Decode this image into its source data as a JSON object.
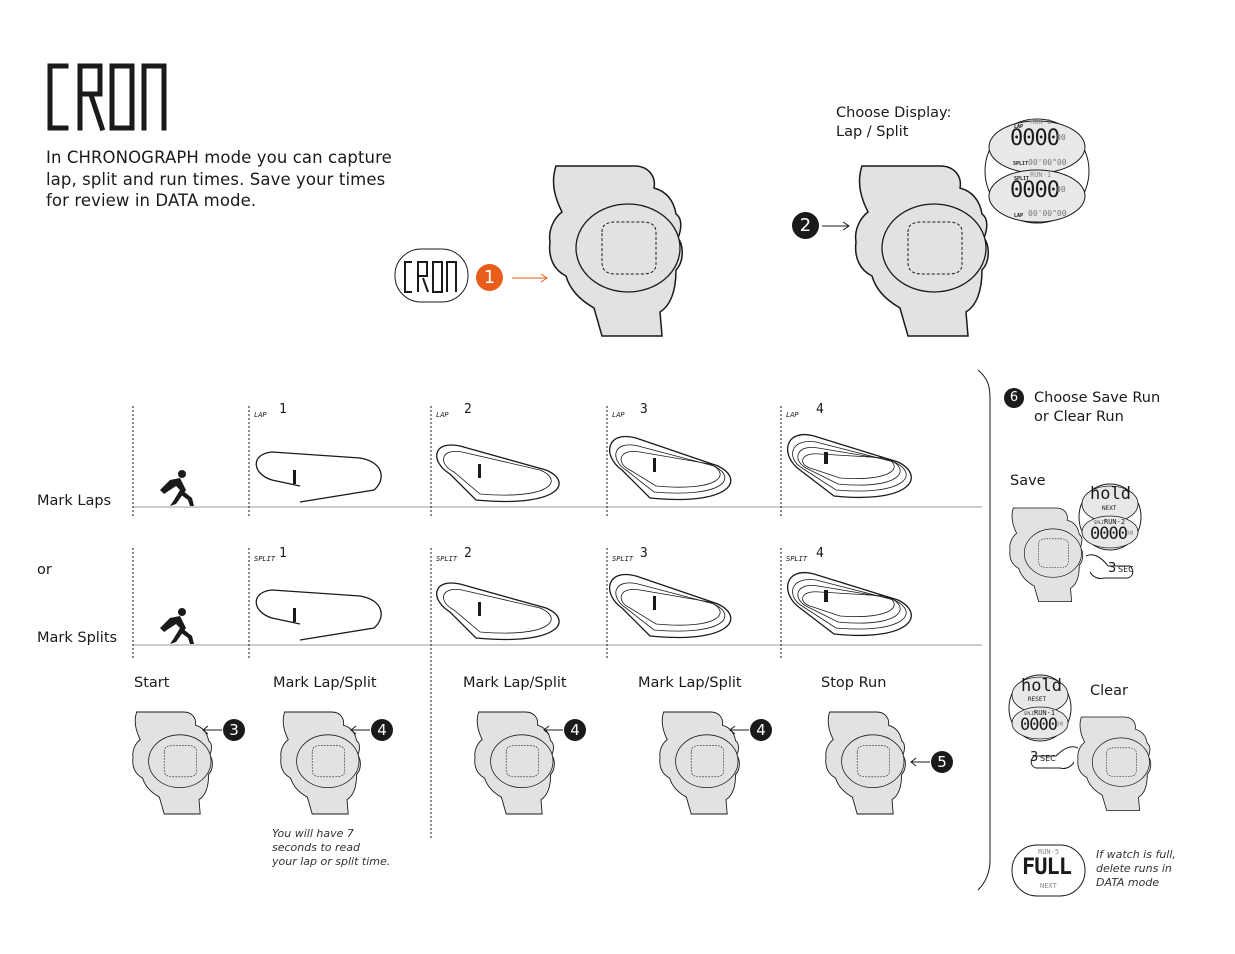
{
  "title_lcd": "CRON",
  "intro": "In CHRONOGRAPH mode you can capture lap, split and run times. Save your times for review in DATA mode.",
  "top": {
    "mode_display": "CRON",
    "step1": "1",
    "step2": "2",
    "choose_display_label": "Choose Display:\nLap / Split",
    "disp_a": {
      "top_label": "LAP",
      "run": "RUN-1",
      "big": "0000",
      "small": "00",
      "bottom_label": "SPLIT",
      "bottom_time": "00'00\"00"
    },
    "disp_b": {
      "top_label": "SPLIT",
      "run": "RUN-1",
      "big": "0000",
      "small": "00",
      "bottom_label": "LAP",
      "bottom_time": "00'00\"00"
    }
  },
  "rows": {
    "mark_laps": "Mark Laps",
    "or": "or",
    "mark_splits": "Mark Splits"
  },
  "laps": [
    {
      "label": "LAP",
      "num": "1"
    },
    {
      "label": "LAP",
      "num": "2"
    },
    {
      "label": "LAP",
      "num": "3"
    },
    {
      "label": "LAP",
      "num": "4"
    }
  ],
  "splits": [
    {
      "label": "SPLIT",
      "num": "1"
    },
    {
      "label": "SPLIT",
      "num": "2"
    },
    {
      "label": "SPLIT",
      "num": "3"
    },
    {
      "label": "SPLIT",
      "num": "4"
    }
  ],
  "bottom": {
    "start": "Start",
    "mark1": "Mark Lap/Split",
    "mark2": "Mark Lap/Split",
    "mark3": "Mark Lap/Split",
    "stop": "Stop Run",
    "step3": "3",
    "step4a": "4",
    "step4b": "4",
    "step4c": "4",
    "step5": "5",
    "note": "You will have 7\nseconds to read\nyour lap or split time."
  },
  "right": {
    "step6": "6",
    "choose_save": "Choose Save Run\nor Clear Run",
    "save": "Save",
    "clear": "Clear",
    "hold_top": "hold",
    "save_sub": "NEXT",
    "save_run": "RUN-2",
    "save_small_label": "SPLIT",
    "save_big": "0000",
    "save_small": "00",
    "clear_sub": "RESET",
    "clear_run": "RUN-1",
    "sec_value": "3",
    "sec_unit": "SEC",
    "full_run": "RUN-5",
    "full_big": "FULL",
    "full_sub": "NEXT",
    "full_note": "If watch is full,\ndelete runs in\nDATA mode"
  },
  "colors": {
    "accent": "#e85d1a",
    "watch_fill": "#e2e2e2",
    "line": "#1a1a1a"
  }
}
